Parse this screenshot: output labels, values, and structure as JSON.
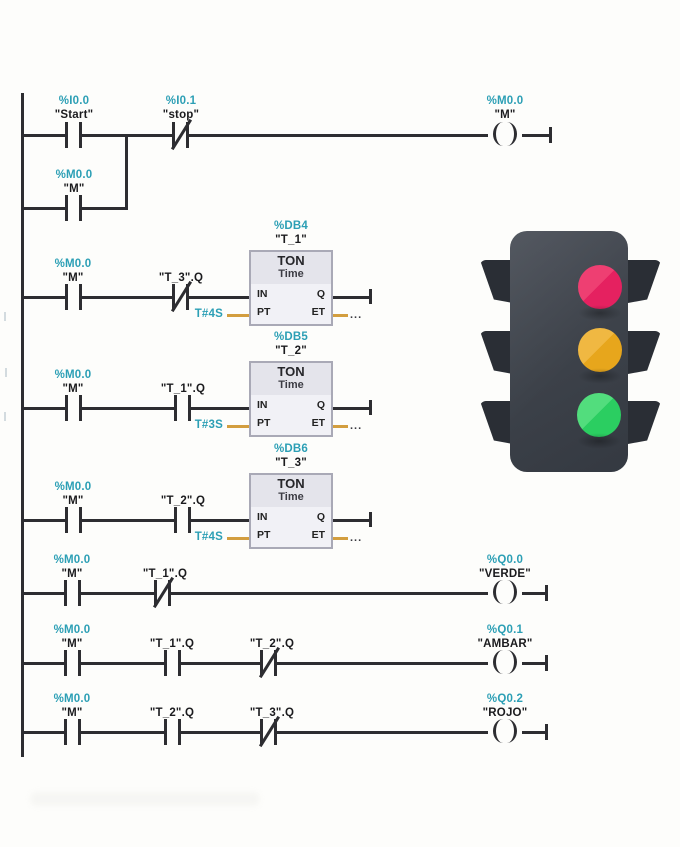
{
  "palette": {
    "address_text": "#2c9fb5",
    "name_text": "#1b1b1e",
    "wire": "#2d2d31",
    "orange_wire": "#d39e3f",
    "timer_fill": "#f1f1f6",
    "timer_header_fill": "#e4e4eb"
  },
  "timer_block": {
    "type": "TON",
    "subtype": "Time",
    "in": "IN",
    "q": "Q",
    "pt": "PT",
    "et": "ET",
    "et_value": "..."
  },
  "rungs": {
    "r1": {
      "start_addr": "%I0.0",
      "start_name": "\"Start\"",
      "stop_addr": "%I0.1",
      "stop_name": "\"stop\"",
      "branch_addr": "%M0.0",
      "branch_name": "\"M\"",
      "coil_addr": "%M0.0",
      "coil_name": "\"M\""
    },
    "r2": {
      "m_addr": "%M0.0",
      "m_name": "\"M\"",
      "nc_name": "\"T_3\".Q",
      "db": "%DB4",
      "timer_name": "\"T_1\"",
      "pt_value": "T#4S"
    },
    "r3": {
      "m_addr": "%M0.0",
      "m_name": "\"M\"",
      "no_name": "\"T_1\".Q",
      "db": "%DB5",
      "timer_name": "\"T_2\"",
      "pt_value": "T#3S"
    },
    "r4": {
      "m_addr": "%M0.0",
      "m_name": "\"M\"",
      "no_name": "\"T_2\".Q",
      "db": "%DB6",
      "timer_name": "\"T_3\"",
      "pt_value": "T#4S"
    },
    "r5": {
      "m_addr": "%M0.0",
      "m_name": "\"M\"",
      "nc_name": "\"T_1\".Q",
      "coil_addr": "%Q0.0",
      "coil_name": "\"VERDE\""
    },
    "r6": {
      "m_addr": "%M0.0",
      "m_name": "\"M\"",
      "no_name": "\"T_1\".Q",
      "nc_name": "\"T_2\".Q",
      "coil_addr": "%Q0.1",
      "coil_name": "\"AMBAR\""
    },
    "r7": {
      "m_addr": "%M0.0",
      "m_name": "\"M\"",
      "no_name": "\"T_2\".Q",
      "nc_name": "\"T_3\".Q",
      "coil_addr": "%Q0.2",
      "coil_name": "\"ROJO\""
    }
  },
  "traffic_light": {
    "red": "#e52160",
    "amber": "#e7a61c",
    "green": "#2bce61",
    "body": "#3e434b",
    "visor": "#2a2e35"
  }
}
